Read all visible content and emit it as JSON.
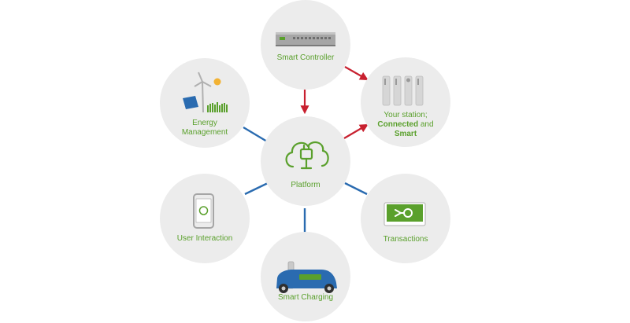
{
  "platform": {
    "label": "Platform"
  },
  "nodes": {
    "smart_controller": {
      "label": "Smart Controller"
    },
    "your_station": {
      "line1": "Your station;",
      "line2_bold": "Connected",
      "line2_rest": " and",
      "line3": "Smart"
    },
    "energy_management": {
      "line1": "Energy",
      "line2": "Management"
    },
    "user_interaction": {
      "label": "User Interaction"
    },
    "transactions": {
      "label": "Transactions"
    },
    "smart_charging": {
      "label": "Smart Charging"
    }
  },
  "colors": {
    "circle": "#ececec",
    "label_green": "#5aa02c",
    "connector_blue": "#2a6bb0",
    "arrow_red": "#c8202f"
  },
  "icons": {
    "smart_controller": "controller-device-icon",
    "your_station": "charging-stations-icon",
    "energy_management": "wind-solar-energy-icon",
    "platform": "cloud-plug-icon",
    "user_interaction": "smartphone-icon",
    "transactions": "payment-card-icon",
    "smart_charging": "electric-car-charging-icon"
  }
}
